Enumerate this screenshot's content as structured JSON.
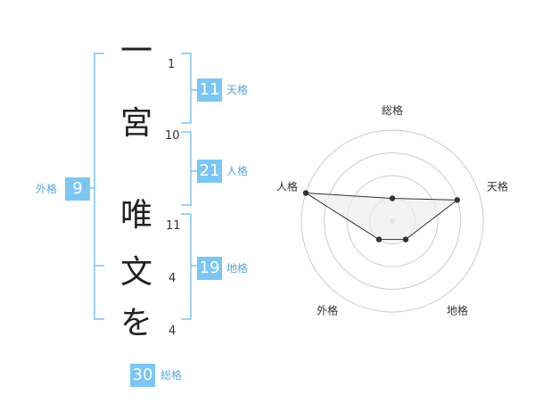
{
  "name": {
    "characters": [
      "一",
      "宮",
      "唯",
      "文",
      "を"
    ],
    "strokes": [
      "1",
      "10",
      "11",
      "4",
      "4"
    ]
  },
  "fortunes": {
    "tenkaku": {
      "value": "11",
      "label": "天格"
    },
    "jinkaku": {
      "value": "21",
      "label": "人格"
    },
    "chikaku": {
      "value": "19",
      "label": "地格"
    },
    "gaikaku": {
      "value": "9",
      "label": "外格"
    },
    "soukaku": {
      "value": "30",
      "label": "総格"
    }
  },
  "radar": {
    "axes": [
      "総格",
      "天格",
      "地格",
      "外格",
      "人格"
    ],
    "max": 4,
    "values": [
      1,
      3,
      1,
      1,
      4
    ],
    "colors": {
      "grid": "#cccccc",
      "fill": "#eeeeee",
      "line": "#333333",
      "point": "#333333"
    }
  }
}
